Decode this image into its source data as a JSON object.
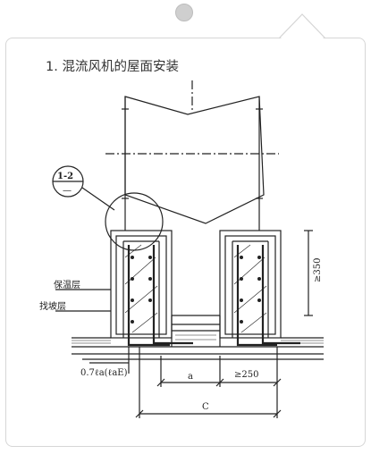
{
  "caption": "1. 混流风机的屋面安装",
  "drawing": {
    "section_number": "1-2",
    "section_sub": "—",
    "label_insulation": "保温层",
    "label_slope": "找坡层",
    "dim_height": "≥350",
    "dim_anchor": "0.7ℓa(ℓaE)",
    "dim_a": "a",
    "dim_width": "≥250",
    "dim_c": "C"
  },
  "colors": {
    "ink": "#222222",
    "card_border": "#d6d6d6",
    "dot": "#cfcfcf"
  }
}
